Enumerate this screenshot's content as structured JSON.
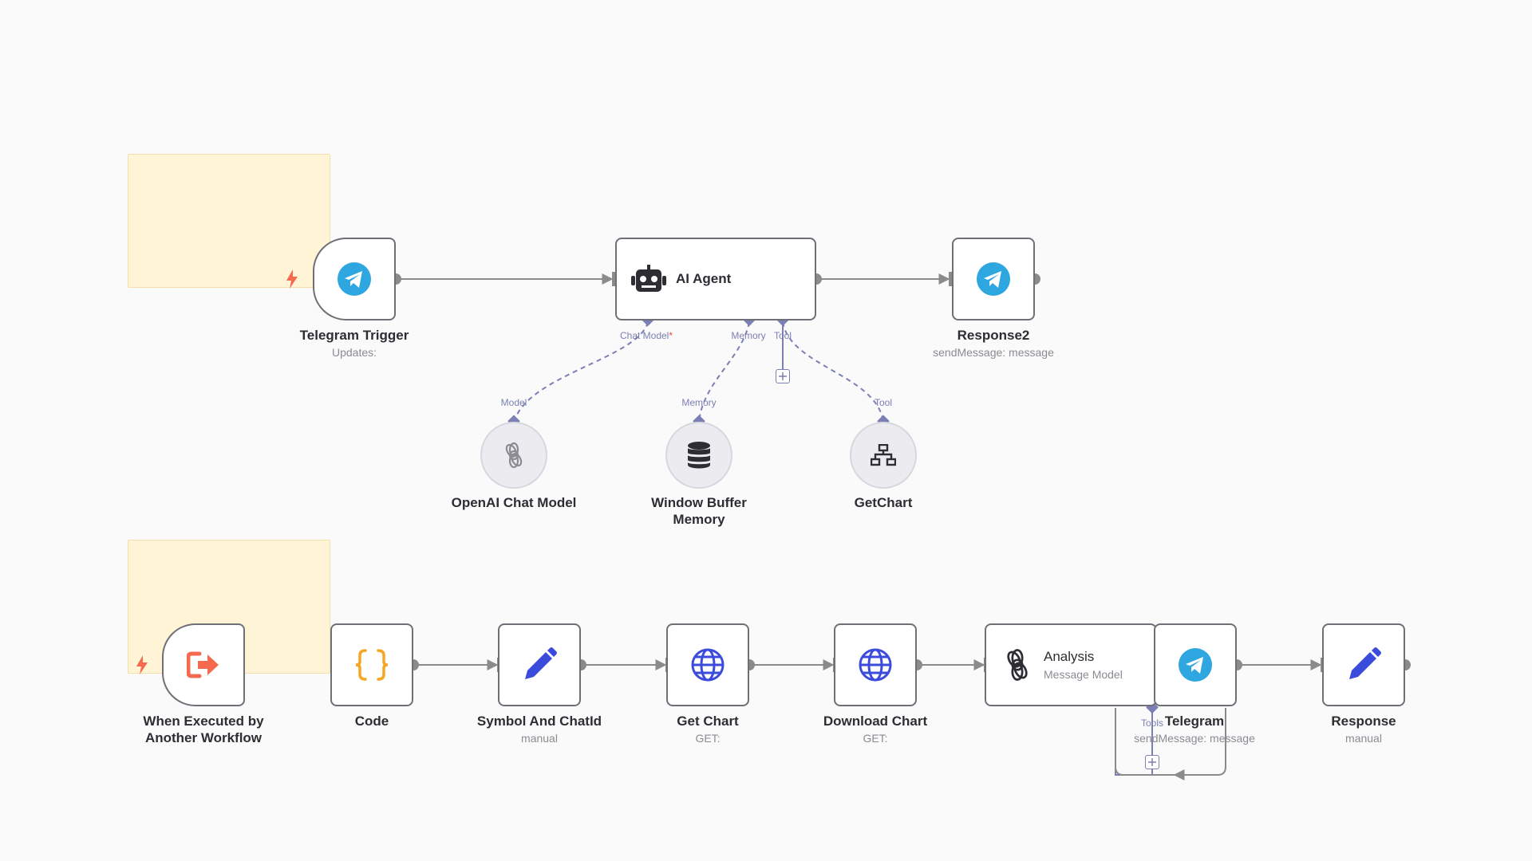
{
  "workflow": {
    "top_row": {
      "telegram_trigger": {
        "name": "Telegram Trigger",
        "subtitle": "Updates:",
        "icon": "telegram-icon"
      },
      "ai_agent": {
        "name": "AI Agent",
        "icon": "robot-icon",
        "ports": {
          "chat_model": "Chat Model",
          "memory": "Memory",
          "tool": "Tool"
        }
      },
      "response2": {
        "name": "Response2",
        "subtitle": "sendMessage: message",
        "icon": "telegram-icon"
      },
      "openai_chat_model": {
        "name": "OpenAI Chat Model",
        "port": "Model",
        "icon": "openai-icon"
      },
      "window_buffer_memory": {
        "name_line1": "Window Buffer",
        "name_line2": "Memory",
        "port": "Memory",
        "icon": "database-icon"
      },
      "getchart": {
        "name": "GetChart",
        "port": "Tool",
        "icon": "sitemap-icon"
      }
    },
    "bottom_row": {
      "when_executed": {
        "name_line1": "When Executed by",
        "name_line2": "Another Workflow",
        "icon": "sign-in-icon"
      },
      "code": {
        "name": "Code",
        "icon": "code-braces-icon"
      },
      "symbol_and_chatid": {
        "name": "Symbol And ChatId",
        "subtitle": "manual",
        "icon": "pencil-icon"
      },
      "get_chart": {
        "name": "Get Chart",
        "subtitle": "GET:",
        "icon": "globe-icon"
      },
      "download_chart": {
        "name": "Download Chart",
        "subtitle": "GET:",
        "icon": "globe-icon"
      },
      "analysis": {
        "name": "Analysis",
        "subtitle": "Message Model",
        "port": "Tools",
        "icon": "openai-icon"
      },
      "telegram": {
        "name": "Telegram",
        "subtitle": "sendMessage: message",
        "icon": "telegram-icon"
      },
      "response": {
        "name": "Response",
        "subtitle": "manual",
        "icon": "pencil-icon"
      }
    }
  },
  "colors": {
    "telegram": "#2ea6df",
    "trigger_bolt": "#f5694f",
    "code_braces": "#f5a623",
    "pencil": "#3b4bdb",
    "globe": "#3b4bdb",
    "port": "#7a7fb4",
    "sticky": "#fff4d6",
    "connection": "#8b8b8b"
  }
}
